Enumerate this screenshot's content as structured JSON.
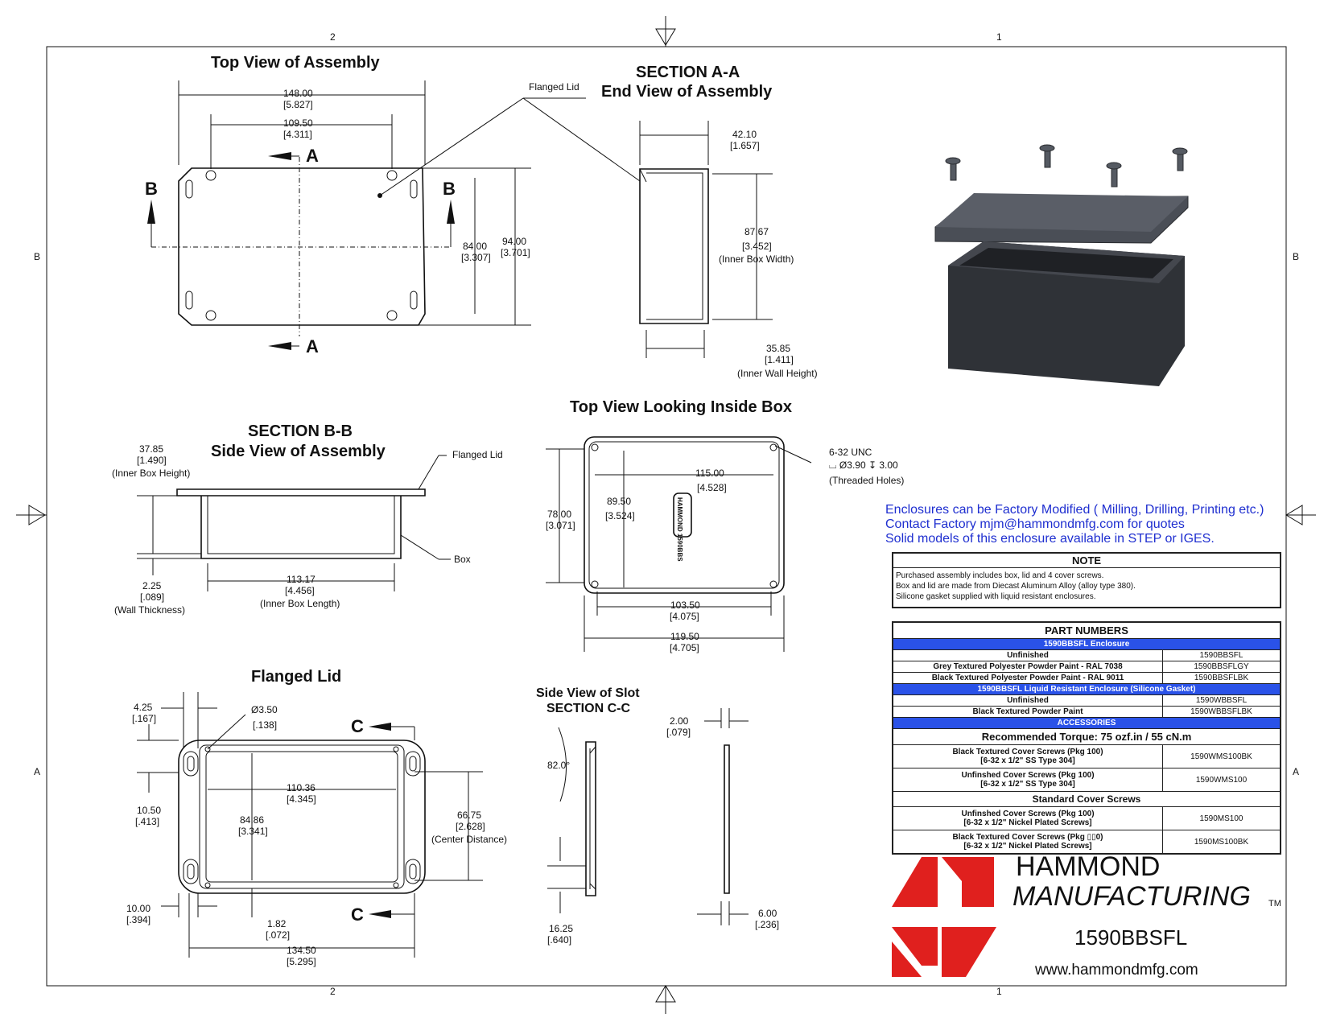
{
  "grid": {
    "top_left": "2",
    "top_right": "1",
    "bottom_left": "2",
    "bottom_right": "1",
    "side_b": "B",
    "side_a": "A"
  },
  "top_view": {
    "title": "Top View of Assembly",
    "dims": [
      "148.00",
      "[5.827]",
      "109.50",
      "[4.311]",
      "84.00",
      "[3.307]",
      "94.00",
      "[3.701]"
    ],
    "markers": [
      "A",
      "A",
      "B",
      "B"
    ],
    "flanged_lid": "Flanged Lid"
  },
  "section_aa": {
    "title1": "SECTION A-A",
    "title2": "End View of Assembly",
    "dims": [
      "42.10",
      "[1.657]",
      "87.67",
      "[3.452]",
      "(Inner Box Width)",
      "35.85",
      "[1.411]",
      "(Inner Wall Height)"
    ]
  },
  "section_bb": {
    "title1": "SECTION B-B",
    "title2": "Side View of Assembly",
    "dims": [
      "37.85",
      "[1.490]",
      "(Inner Box Height)",
      "2.25",
      "[.089]",
      "(Wall Thickness)",
      "113.17",
      "[4.456]",
      "(Inner Box Length)"
    ],
    "flanged_lid": "Flanged Lid",
    "box": "Box"
  },
  "inside_view": {
    "title": "Top View Looking Inside Box",
    "dims": [
      "115.00",
      "[4.528]",
      "89.50",
      "[3.524]",
      "78.00",
      "[3.071]",
      "103.50",
      "[4.075]",
      "119.50",
      "[4.705]"
    ],
    "thread": [
      "6-32 UNC",
      "⌴ Ø3.90 ↧ 3.00",
      "(Threaded Holes)"
    ],
    "logo": "HAMMOND 1590BBS"
  },
  "flanged_lid_view": {
    "title": "Flanged Lid",
    "dims": [
      "4.25",
      "[.167]",
      "Ø3.50",
      "[.138]",
      "10.50",
      "[.413]",
      "110.36",
      "[4.345]",
      "84.86",
      "[3.341]",
      "66.75",
      "[2.628]",
      "(Center Distance)",
      "10.00",
      "[.394]",
      "1.82",
      "[.072]",
      "134.50",
      "[5.295]"
    ],
    "markers": [
      "C",
      "C"
    ]
  },
  "slot_view": {
    "title1": "Side View of Slot",
    "title2": "SECTION C-C",
    "dims": [
      "82.0°",
      "16.25",
      "[.640]",
      "2.00",
      "[.079]",
      "6.00",
      "[.236]"
    ]
  },
  "info": {
    "line1": "Enclosures can be Factory Modified ( Milling, Drilling, Printing etc.)",
    "line2": "Contact Factory      mjm@hammondmfg.com for quotes",
    "line3": "Solid models of this enclosure available in STEP or IGES."
  },
  "note": {
    "header": "NOTE",
    "lines": [
      "Purchased assembly includes box, lid and 4 cover screws.",
      "Box and lid are made from Diecast Aluminum Alloy (alloy type 380).",
      "Silicone gasket supplied with liquid resistant enclosures."
    ]
  },
  "part_numbers": {
    "header": "PART NUMBERS",
    "sec1": "1590BBSFL Enclosure",
    "rows1": [
      [
        "Unfinished",
        "1590BBSFL"
      ],
      [
        "Grey Textured Polyester Powder Paint - RAL 7038",
        "1590BBSFLGY"
      ],
      [
        "Black Textured Polyester Powder Paint - RAL 9011",
        "1590BBSFLBK"
      ]
    ],
    "sec2": "1590BBSFL Liquid Resistant Enclosure (Silicone Gasket)",
    "rows2": [
      [
        "Unfinished",
        "1590WBBSFL"
      ],
      [
        "Black Textured Powder Paint",
        "1590WBBSFLBK"
      ]
    ],
    "sec3": "ACCESSORIES",
    "torque": "Recommended Torque: 75 ozf.in / 55 cN.m",
    "rows3": [
      [
        "Black Textured Cover Screws (Pkg 100)",
        "[6-32 x 1/2\" SS Type 304]",
        "1590WMS100BK"
      ],
      [
        "Unfinshed Cover Screws (Pkg 100)",
        "[6-32 x 1/2\" SS Type 304]",
        "1590WMS100"
      ]
    ],
    "std": "Standard Cover Screws",
    "rows4": [
      [
        "Unfinshed Cover Screws (Pkg 100)",
        "[6-32 x 1/2\" Nickel Plated Screws]",
        "1590MS100"
      ],
      [
        "Black Textured Cover Screws (Pkg ▯▯0)",
        "[6-32 x 1/2\" Nickel Plated Screws]",
        "1590MS100BK"
      ]
    ]
  },
  "brand": {
    "line1": "HAMMOND",
    "line2": "MANUFACTURING",
    "tm": "TM",
    "model": "1590BBSFL",
    "url": "www.hammondmfg.com"
  },
  "colors": {
    "accent": "#2a52e8",
    "brand_red": "#e0201e",
    "info_text": "#1f2fd0",
    "enclosure": "#3a3d44"
  }
}
